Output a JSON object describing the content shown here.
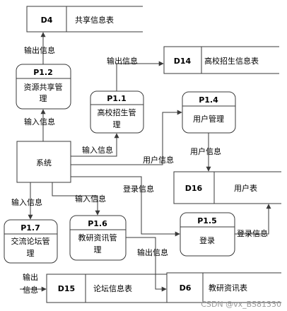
{
  "processes": {
    "p12": {
      "id": "P1.2",
      "name_1": "资源共享管",
      "name_2": "理"
    },
    "p11": {
      "id": "P1.1",
      "name_1": "高校招生管",
      "name_2": "理"
    },
    "p14": {
      "id": "P1.4",
      "name_1": "用户管理"
    },
    "p15": {
      "id": "P1.5",
      "name_1": "登录"
    },
    "p16": {
      "id": "P1.6",
      "name_1": "教研资讯管",
      "name_2": "理"
    },
    "p17": {
      "id": "P1.7",
      "name_1": "交流论坛管",
      "name_2": "理"
    }
  },
  "system": {
    "name": "系统"
  },
  "datastores": {
    "d4": {
      "id": "D4",
      "name": "共享信息表"
    },
    "d14": {
      "id": "D14",
      "name": "高校招生信息表"
    },
    "d16": {
      "id": "D16",
      "name": "用户表"
    },
    "d15": {
      "id": "D15",
      "name": "论坛信息表"
    },
    "d6": {
      "id": "D6",
      "name": "教研资讯表"
    }
  },
  "flows": {
    "out_p12_d4": "输出信息",
    "in_sys_p12": "输入信息",
    "out_p11_d14": "输出信息",
    "in_sys_p11": "输入信息",
    "user_sys_p14": "用户信息",
    "user_p14_d16": "用户信息",
    "login_sys_p15": "登录信息",
    "login_p15_d16": "登录信息",
    "in_sys_p16": "输入信息",
    "in_sys_p17": "输入信息",
    "out_p16_d6": "输出信息",
    "out_d15_1": "输出",
    "out_d15_2": "信息"
  },
  "watermark": "CSDN @vx_BS81330"
}
